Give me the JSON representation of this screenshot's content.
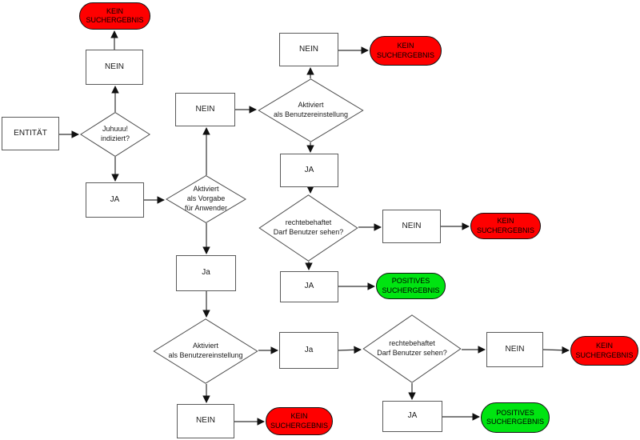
{
  "nodes": {
    "entity": {
      "label": "ENTITÄT"
    },
    "d_indexed": {
      "label": "Juhuuu!\nindiziert?"
    },
    "nein_top_left": {
      "label": "NEIN"
    },
    "result_top_left": {
      "label": "KEIN\nSUCHERGEBNIS"
    },
    "ja_left": {
      "label": "JA"
    },
    "d_default": {
      "label": "Aktiviert\nals Vorgabe\nfür Anwender"
    },
    "nein_mid_left": {
      "label": "NEIN"
    },
    "d_usersetting_top": {
      "label": "Aktiviert\nals Benutzereinstellung"
    },
    "nein_top": {
      "label": "NEIN"
    },
    "result_top_right": {
      "label": "KEIN\nSUCHERGEBNIS"
    },
    "ja_mid_top": {
      "label": "JA"
    },
    "d_rights_mid": {
      "label": "rechtebehaftet\nDarf Benutzer sehen?"
    },
    "nein_mid_right": {
      "label": "NEIN"
    },
    "result_mid_right": {
      "label": "KEIN\nSUCHERGEBNIS"
    },
    "ja_mid_bottom": {
      "label": "JA"
    },
    "result_mid_positive": {
      "label": "POSITIVES\nSUCHERGEBNIS"
    },
    "ja_center": {
      "label": "Ja"
    },
    "d_usersetting_bottom": {
      "label": "Aktiviert\nals Benutzereinstellung"
    },
    "ja_bottom_mid": {
      "label": "Ja"
    },
    "d_rights_bottom": {
      "label": "rechtebehaftet\nDarf Benutzer sehen?"
    },
    "nein_bottom_left": {
      "label": "NEIN"
    },
    "result_bottom_left": {
      "label": "KEIN\nSUCHERGEBNIS"
    },
    "nein_bottom_right": {
      "label": "NEIN"
    },
    "result_bottom_right": {
      "label": "KEIN\nSUCHERGEBNIS"
    },
    "ja_bottom": {
      "label": "JA"
    },
    "result_bottom_positive": {
      "label": "POSITIVES\nSUCHERGEBNIS"
    }
  },
  "colors": {
    "negative_fill": "#ff0000",
    "positive_fill": "#00e411",
    "process_fill": "#ffffff",
    "border_gray": "#5b5b5b",
    "line": "#333333"
  }
}
